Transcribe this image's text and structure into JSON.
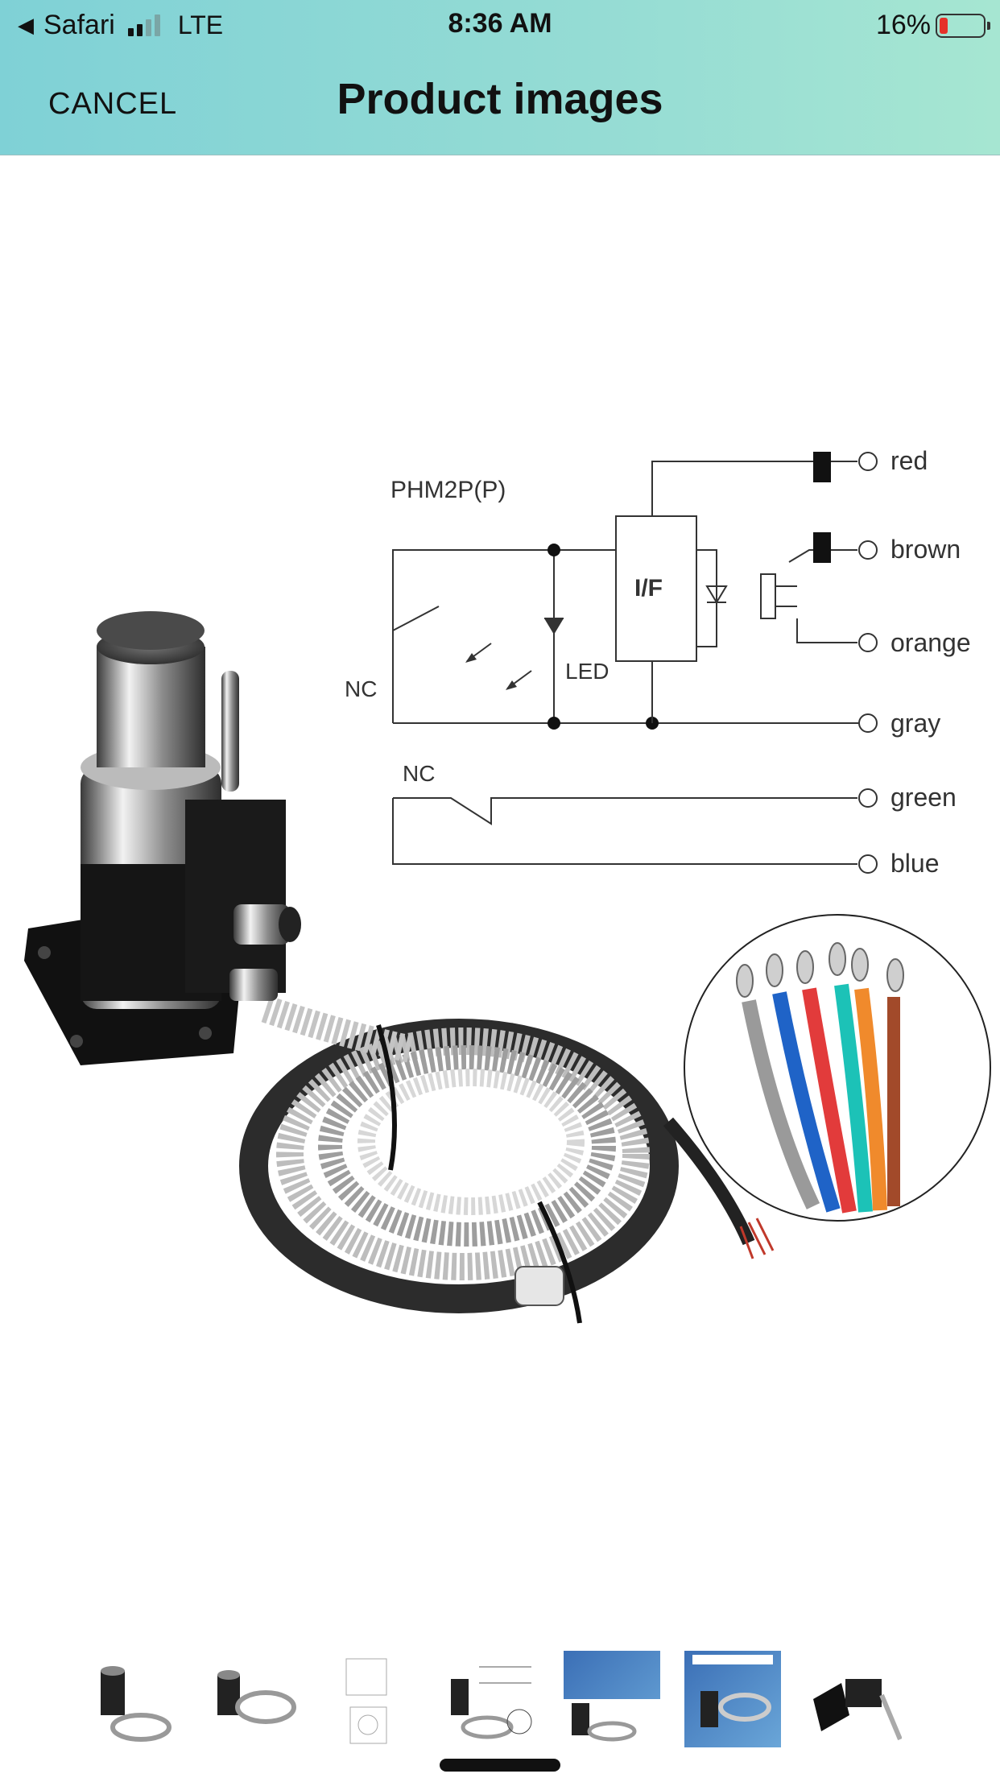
{
  "status_bar": {
    "back_app": "Safari",
    "network": "LTE",
    "time": "8:36 AM",
    "battery_percent": "16%",
    "battery_level": 0.16,
    "battery_color": "#e5322a"
  },
  "nav": {
    "cancel_label": "CANCEL",
    "title": "Product images"
  },
  "diagram": {
    "model": "PHM2P(P)",
    "switch_label_1": "NC",
    "switch_label_2": "NC",
    "led_label": "LED",
    "if_label": "I/F",
    "wires": [
      "red",
      "brown",
      "orange",
      "gray",
      "green",
      "blue"
    ]
  },
  "thumbnails": {
    "count": 7,
    "items": [
      "probe",
      "probe-coil",
      "drawing",
      "wiring-diagram",
      "factory-scene",
      "product-poster",
      "side-view"
    ]
  },
  "colors": {
    "header_gradient_start": "#7fd1d6",
    "header_gradient_end": "#a6e6d2"
  }
}
